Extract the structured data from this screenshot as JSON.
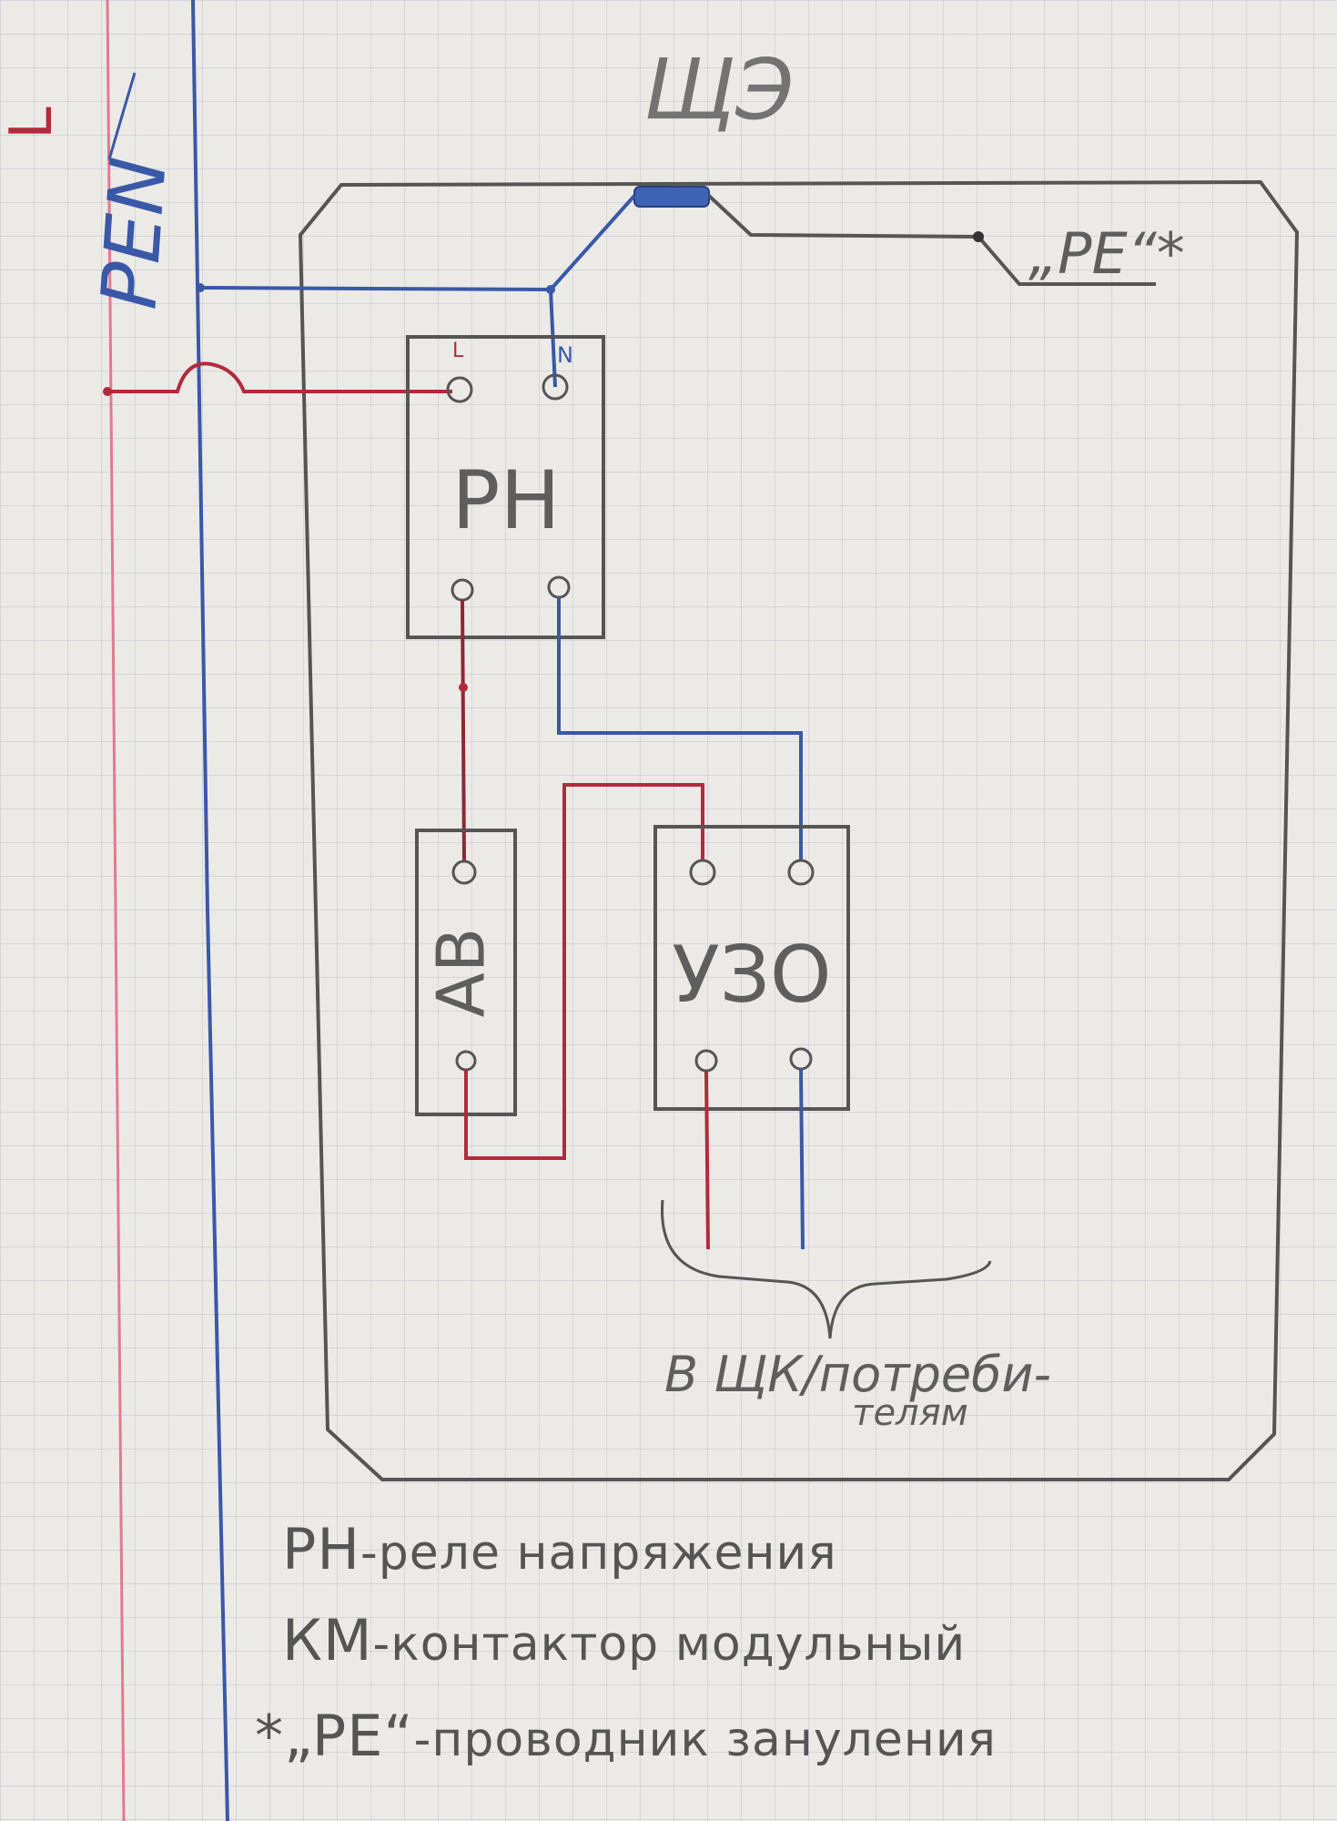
{
  "panel": {
    "title": "ЩЭ"
  },
  "incoming": {
    "phase": "L",
    "pen": "PEN"
  },
  "pe_label": "„PE“*",
  "devices": {
    "relay": {
      "label": "РН",
      "term_left": "L",
      "term_right": "N"
    },
    "breaker": {
      "label": "АВ"
    },
    "rcd": {
      "label": "УЗО"
    }
  },
  "output": {
    "line1": "В ЩК/потреби-",
    "line2": "телям"
  },
  "legend": [
    {
      "key": "РН",
      "text": "-реле напряжения"
    },
    {
      "key": "КМ",
      "text": "-контактор модульный"
    },
    {
      "key": "*„PE“",
      "text": "-проводник зануления"
    }
  ],
  "colors": {
    "phase": "#b22a3c",
    "neutral": "#3a58a8",
    "pe": "#555555",
    "margin": "#e27a90"
  }
}
